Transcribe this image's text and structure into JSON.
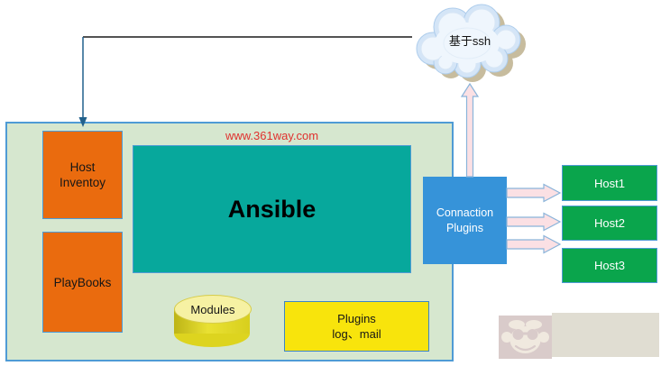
{
  "page": {
    "background": "#ffffff"
  },
  "diagram": {
    "cloud": {
      "label": "基于ssh"
    },
    "site_watermark": "www.361way.com",
    "control_box": {
      "host_inventory": {
        "line1": "Host",
        "line2": "Inventoy"
      },
      "playbooks": {
        "label": "PlayBooks"
      },
      "ansible": {
        "label": "Ansible"
      },
      "modules": {
        "label": "Modules"
      },
      "plugins": {
        "line1": "Plugins",
        "line2": "log、mail"
      }
    },
    "connection_plugins": {
      "line1": "Connaction",
      "line2": "Plugins"
    },
    "hosts": [
      {
        "label": "Host1"
      },
      {
        "label": "Host2"
      },
      {
        "label": "Host3"
      }
    ]
  },
  "colors": {
    "container_fill": "#d6e7cf",
    "container_border": "#4f9bd5",
    "inventory_orange": "#ea6b0e",
    "ansible_teal": "#07a89c",
    "plugins_yellow": "#f8e40c",
    "modules_body_yellow": "#ddd41f",
    "modules_top_yellow": "#f6f1a3",
    "connection_blue": "#3693d9",
    "host_green": "#0aa54c",
    "arrow_pink_fill": "#fbe0e4",
    "arrow_pink_stroke": "#8ab4da",
    "connector_dark_blue": "#21618c",
    "site_red": "#e0312e",
    "cloud_fill": "#eff6fd",
    "cloud_edge": "#aecdec",
    "cloud_shadow": "#c7bc9e"
  }
}
